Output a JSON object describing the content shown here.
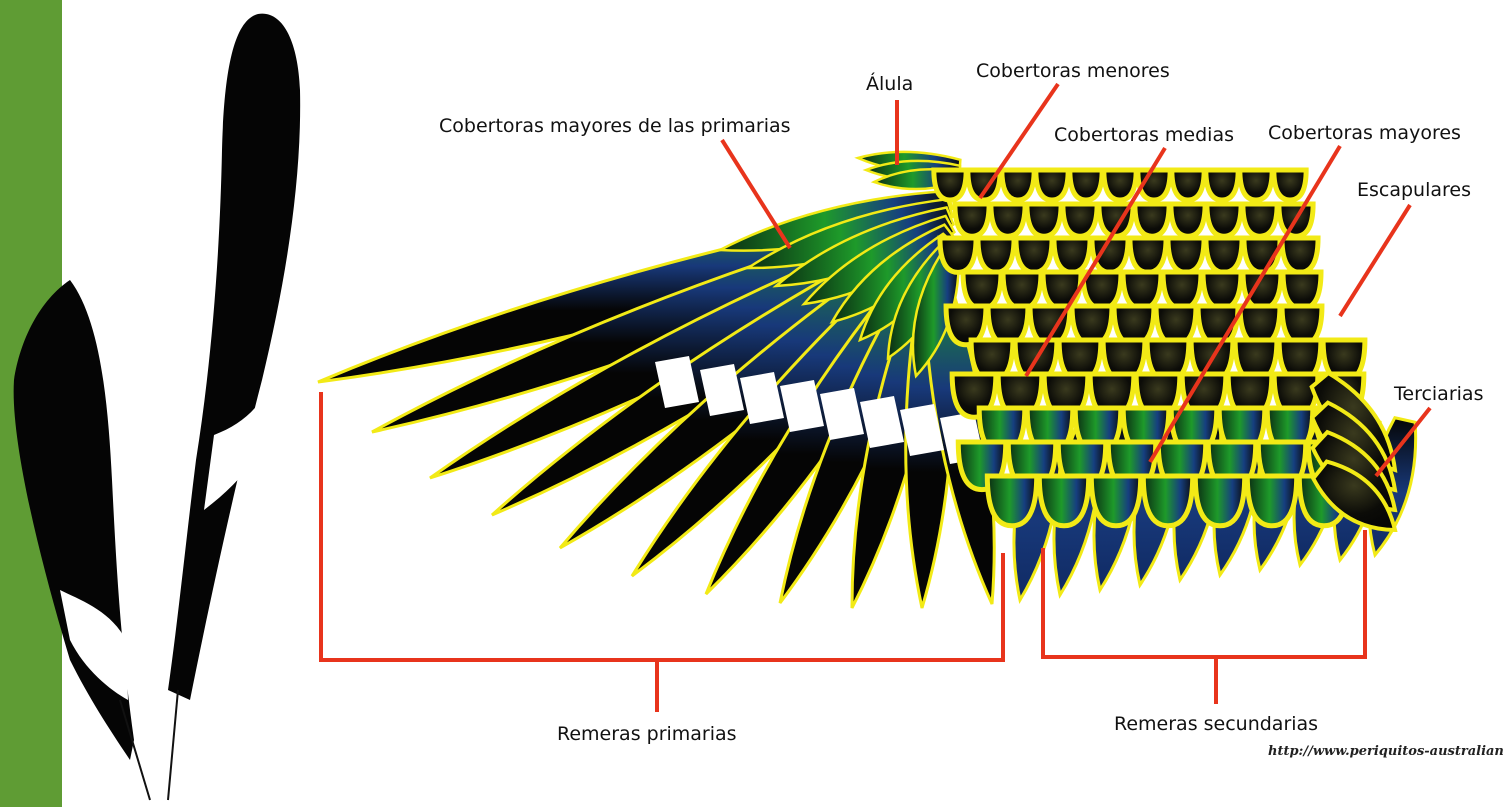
{
  "colors": {
    "side_bar": "#5f9c34",
    "leader_line": "#e8341c",
    "feather_black": "#070707",
    "feather_green": "#1e9a2a",
    "feather_blue": "#18397a",
    "feather_edge": "#f2ea16",
    "feather_white": "#ffffff"
  },
  "labels": {
    "alula": "Álula",
    "lesser_coverts": "Cobertoras menores",
    "primary_coverts": "Cobertoras mayores de las primarias",
    "median_coverts": "Cobertoras medias",
    "greater_coverts": "Cobertoras mayores",
    "scapulars": "Escapulares",
    "tertials": "Terciarias",
    "primaries": "Remeras primarias",
    "secondaries": "Remeras secundarias"
  },
  "watermark": "http://www.periquitos-australianos.co"
}
